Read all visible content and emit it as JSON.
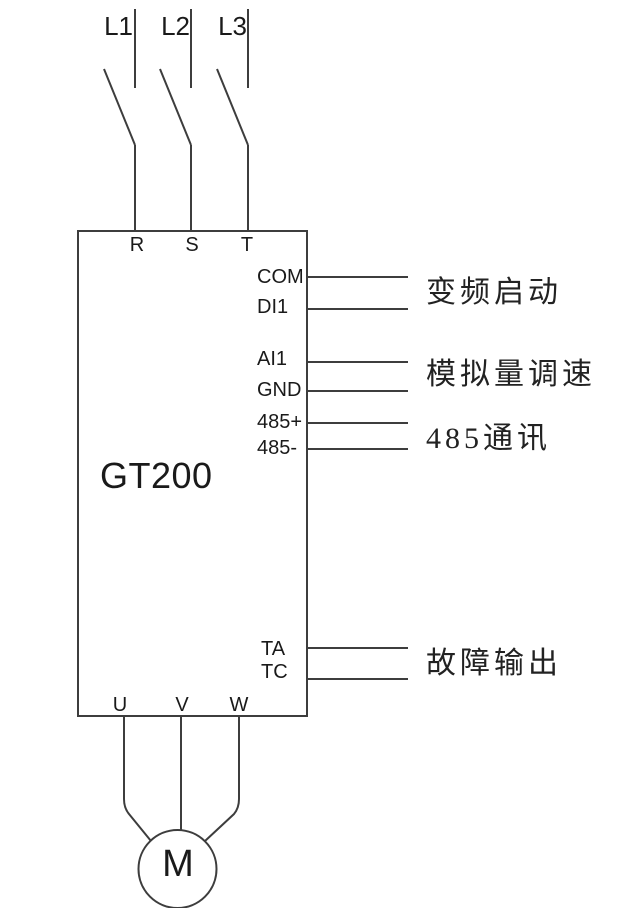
{
  "diagram": {
    "title": "GT200",
    "colors": {
      "line": "#3d3d3d",
      "text": "#000000",
      "background": "#ffffff"
    },
    "input_phases": [
      {
        "label": "L1"
      },
      {
        "label": "L2"
      },
      {
        "label": "L3"
      }
    ],
    "input_terminals": [
      {
        "label": "R"
      },
      {
        "label": "S"
      },
      {
        "label": "T"
      }
    ],
    "output_terminals": [
      {
        "label": "U"
      },
      {
        "label": "V"
      },
      {
        "label": "W"
      }
    ],
    "right_terminals": [
      {
        "label": "COM"
      },
      {
        "label": "DI1"
      },
      {
        "label": "AI1"
      },
      {
        "label": "GND"
      },
      {
        "label": "485+"
      },
      {
        "label": "485-"
      },
      {
        "label": "TA"
      },
      {
        "label": "TC"
      }
    ],
    "annotations": [
      {
        "label": "变频启动"
      },
      {
        "label": "模拟量调速"
      },
      {
        "label": "485通讯"
      },
      {
        "label": "故障输出"
      }
    ],
    "motor": {
      "label": "M"
    }
  }
}
